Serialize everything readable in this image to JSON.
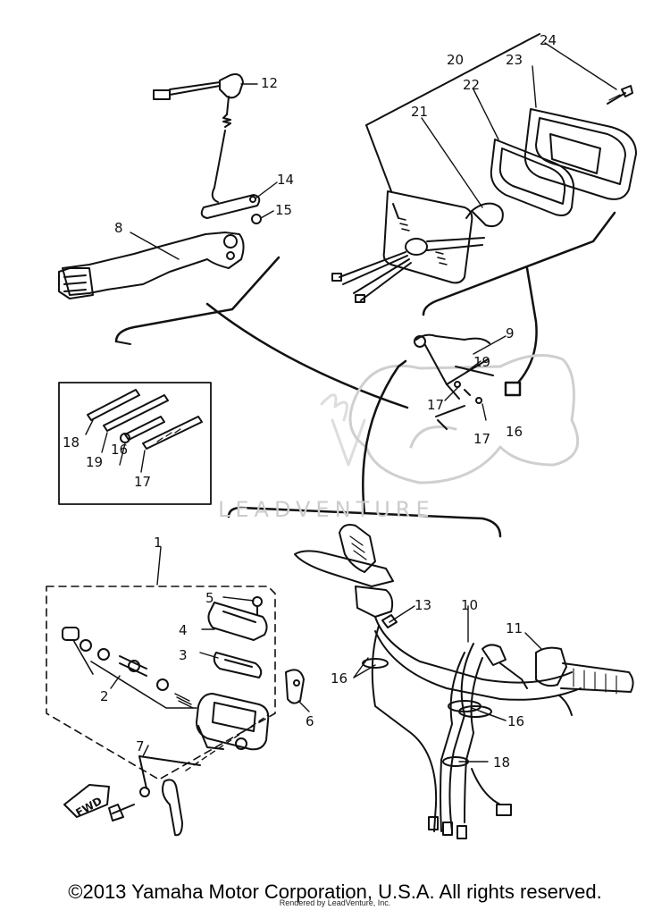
{
  "diagram": {
    "callouts": [
      "1",
      "2",
      "3",
      "4",
      "5",
      "6",
      "7",
      "8",
      "9",
      "10",
      "11",
      "12",
      "13",
      "14",
      "15",
      "16",
      "16",
      "16",
      "16",
      "17",
      "17",
      "17",
      "18",
      "18",
      "19",
      "19",
      "20",
      "21",
      "22",
      "23",
      "24"
    ],
    "direction_badge": "FWD",
    "watermark": "LEADVENTURE"
  },
  "footer": {
    "copyright": "©2013 Yamaha Motor Corporation, U.S.A. All rights reserved.",
    "rendered_by": "Rendered by LeadVenture, Inc."
  },
  "colors": {
    "ink": "#111111",
    "watermark": "#cccccc",
    "background": "#ffffff"
  }
}
